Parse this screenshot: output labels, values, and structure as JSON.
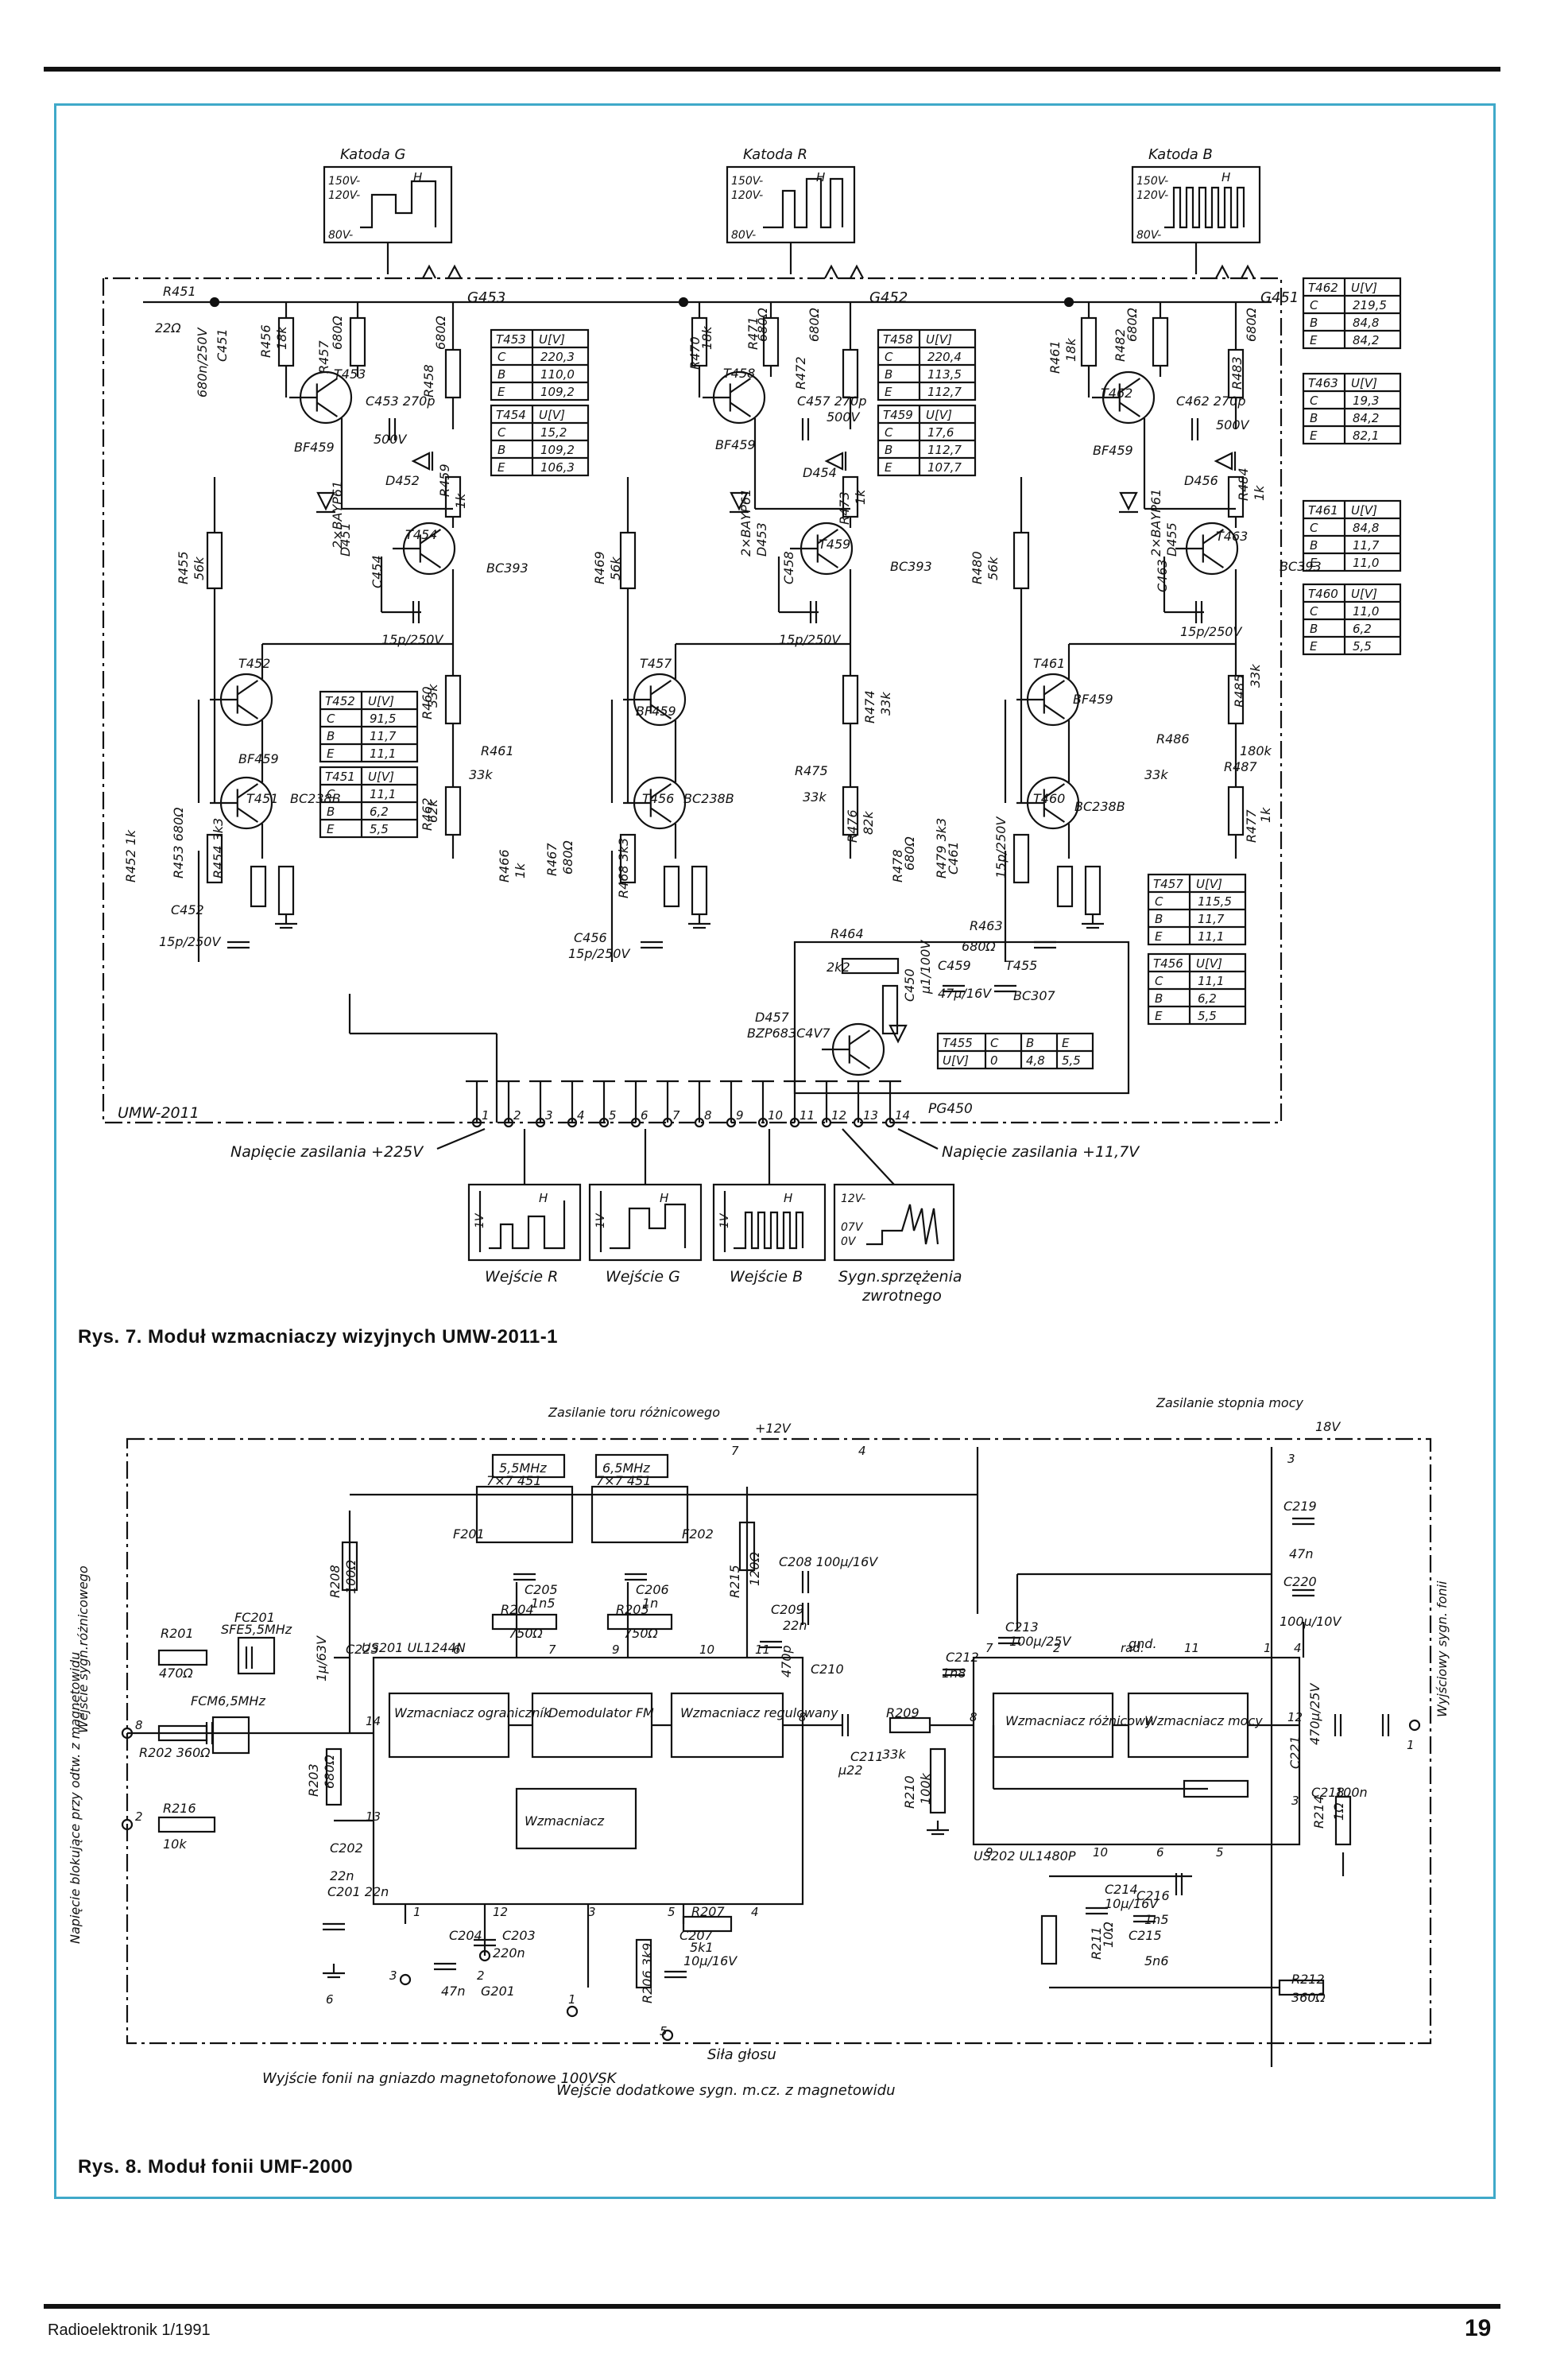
{
  "captions": {
    "fig7": "Rys. 7. Moduł wzmacniaczy wizyjnych UMW-2011-1",
    "fig8": "Rys. 8. Moduł fonii UMF-2000"
  },
  "footer": {
    "journal": "Radioelektronik 1/1991",
    "page": "19"
  },
  "fig7": {
    "module": "UMW-2011",
    "cathodes": [
      "Katoda G",
      "Katoda R",
      "Katoda B"
    ],
    "wave_levels": [
      "150V-",
      "120V-",
      "80V-"
    ],
    "wave_h": "H",
    "sockets": [
      "G453",
      "G452",
      "G451"
    ],
    "connector": "PG450",
    "supply_high": "Napięcie zasilania +225V",
    "supply_low": "Napięcie zasilania +11,7V",
    "inputs": [
      "Wejście R",
      "Wejście G",
      "Wejście B"
    ],
    "feedback": [
      "Sygn.sprzężenia",
      "zwrotnego"
    ],
    "feedback_levels": [
      "12V-",
      "07V",
      "0V"
    ],
    "tables": [
      {
        "title": "T453",
        "unit": "U[V]",
        "rows": [
          [
            "C",
            "220,3"
          ],
          [
            "B",
            "110,0"
          ],
          [
            "E",
            "109,2"
          ]
        ]
      },
      {
        "title": "T454",
        "unit": "U[V]",
        "rows": [
          [
            "C",
            "15,2"
          ],
          [
            "B",
            "109,2"
          ],
          [
            "E",
            "106,3"
          ]
        ]
      },
      {
        "title": "T458",
        "unit": "U[V]",
        "rows": [
          [
            "C",
            "220,4"
          ],
          [
            "B",
            "113,5"
          ],
          [
            "E",
            "112,7"
          ]
        ]
      },
      {
        "title": "T459",
        "unit": "U[V]",
        "rows": [
          [
            "C",
            "17,6"
          ],
          [
            "B",
            "112,7"
          ],
          [
            "E",
            "107,7"
          ]
        ]
      },
      {
        "title": "T462",
        "unit": "U[V]",
        "rows": [
          [
            "C",
            "219,5"
          ],
          [
            "B",
            "84,8"
          ],
          [
            "E",
            "84,2"
          ]
        ]
      },
      {
        "title": "T463",
        "unit": "U[V]",
        "rows": [
          [
            "C",
            "19,3"
          ],
          [
            "B",
            "84,2"
          ],
          [
            "E",
            "82,1"
          ]
        ]
      },
      {
        "title": "T461",
        "unit": "U[V]",
        "rows": [
          [
            "C",
            "84,8"
          ],
          [
            "B",
            "11,7"
          ],
          [
            "E",
            "11,0"
          ]
        ]
      },
      {
        "title": "T460",
        "unit": "U[V]",
        "rows": [
          [
            "C",
            "11,0"
          ],
          [
            "B",
            "6,2"
          ],
          [
            "E",
            "5,5"
          ]
        ]
      },
      {
        "title": "T452",
        "unit": "U[V]",
        "rows": [
          [
            "C",
            "91,5"
          ],
          [
            "B",
            "11,7"
          ],
          [
            "E",
            "11,1"
          ]
        ]
      },
      {
        "title": "T451",
        "unit": "U[V]",
        "rows": [
          [
            "C",
            "11,1"
          ],
          [
            "B",
            "6,2"
          ],
          [
            "E",
            "5,5"
          ]
        ]
      },
      {
        "title": "T457",
        "unit": "U[V]",
        "rows": [
          [
            "C",
            "115,5"
          ],
          [
            "B",
            "11,7"
          ],
          [
            "E",
            "11,1"
          ]
        ]
      },
      {
        "title": "T456",
        "unit": "U[V]",
        "rows": [
          [
            "C",
            "11,1"
          ],
          [
            "B",
            "6,2"
          ],
          [
            "E",
            "5,5"
          ]
        ]
      }
    ],
    "t455": {
      "head": [
        "T455",
        "C",
        "B",
        "E"
      ],
      "vals": [
        "U[V]",
        "0",
        "4,8",
        "5,5"
      ]
    },
    "labels": [
      "R451",
      "22Ω",
      "680n/250V",
      "C451",
      "R456",
      "18k",
      "R457",
      "680Ω",
      "T453",
      "BF459",
      "C453 270p",
      "500V",
      "D452",
      "R458",
      "680Ω",
      "R459",
      "1k",
      "2×BAYP61",
      "D451",
      "T454",
      "BC393",
      "C454",
      "15p/250V",
      "R455",
      "56k",
      "R470",
      "18k",
      "R471",
      "680Ω",
      "T458",
      "BF459",
      "C457 270p",
      "500V",
      "R472",
      "680Ω",
      "D454",
      "R473",
      "1k",
      "2×BAYP61",
      "D453",
      "T459",
      "BC393",
      "C458",
      "15p/250V",
      "R469",
      "56k",
      "R461",
      "18k",
      "R482",
      "680Ω",
      "T462",
      "BF459",
      "C462 270p",
      "500V",
      "R483",
      "680Ω",
      "D456",
      "R484",
      "1k",
      "2×BAYP61",
      "D455",
      "T463",
      "BC393",
      "C463",
      "15p/250V",
      "R480",
      "56k",
      "T452",
      "BF459",
      "T451",
      "BC238B",
      "R460",
      "33k",
      "R461",
      "33k",
      "R462",
      "62k",
      "R452 1k",
      "R453 680Ω",
      "R454 3k3",
      "C452",
      "15p/250V",
      "T457",
      "BF459",
      "T456",
      "BC238B",
      "R466",
      "1k",
      "R467",
      "680Ω",
      "R468 3k3",
      "C456",
      "15p/250V",
      "R475",
      "33k",
      "R474",
      "33k",
      "R476",
      "82k",
      "T461",
      "BF459",
      "T460",
      "BC238B",
      "R486",
      "33k",
      "R485",
      "33k",
      "R487",
      "180k",
      "R477",
      "1k",
      "R478",
      "680Ω",
      "R479 3k3",
      "C461",
      "15p/250V",
      "R463",
      "680Ω",
      "R464",
      "2k2",
      "C450",
      "μ1/100V",
      "C459",
      "47μ/16V",
      "T455",
      "BC307",
      "D457",
      "BZP683C4V7"
    ]
  },
  "fig8": {
    "labels": [
      "Zasilanie toru różnicowego",
      "+12V",
      "Zasilanie stopnia mocy",
      "18V",
      "5,5MHz",
      "6,5MHz",
      "7×7 451",
      "7×7 451",
      "F201",
      "F202",
      "C205",
      "1n5",
      "C206",
      "1n",
      "R204",
      "750Ω",
      "R205",
      "750Ω",
      "R208",
      "100Ω",
      "C223",
      "1μ/63V",
      "R215",
      "120Ω",
      "C208 100μ/16V",
      "C209",
      "22n",
      "C210",
      "470p",
      "FC201",
      "SFE5,5MHz",
      "R201",
      "470Ω",
      "FCM6,5MHz",
      "R202 360Ω",
      "R216",
      "10k",
      "R203",
      "680Ω",
      "C202",
      "22n",
      "C201 22n",
      "US201 UL1244N",
      "Wzmacniacz ograniczník",
      "Demodulator FM",
      "Wzmacniacz regulowany",
      "Wzmacniacz",
      "C203",
      "220n",
      "C204",
      "47n",
      "G201",
      "R207",
      "5k1",
      "R206 3k9",
      "C207",
      "10μ/16V",
      "C211",
      "μ22",
      "R209",
      "33k",
      "C212",
      "1n8",
      "R210",
      "100k",
      "C213",
      "100μ/25V",
      "gnd.",
      "Wzmacniacz różnicowy",
      "Wzmacniacz mocy",
      "US202 UL1480P",
      "C214",
      "10μ/16V",
      "C216",
      "1n5",
      "C215",
      "5n6",
      "R211",
      "10Ω",
      "C219",
      "47n",
      "C220",
      "100μ/10V",
      "C221",
      "470μ/25V",
      "C218",
      "100n",
      "R214",
      "1Ω",
      "R212",
      "360Ω",
      "Wejście sygn.różnicowego",
      "Napięcie blokujące przy odtw. z magnetowidu",
      "Wyjściowy sygn. fonii",
      "Wyjście fonii na gniazdo magnetofonowe 100VSK",
      "Wejście dodatkowe sygn. m.cz. z magnetowidu",
      "Siła głosu"
    ]
  }
}
